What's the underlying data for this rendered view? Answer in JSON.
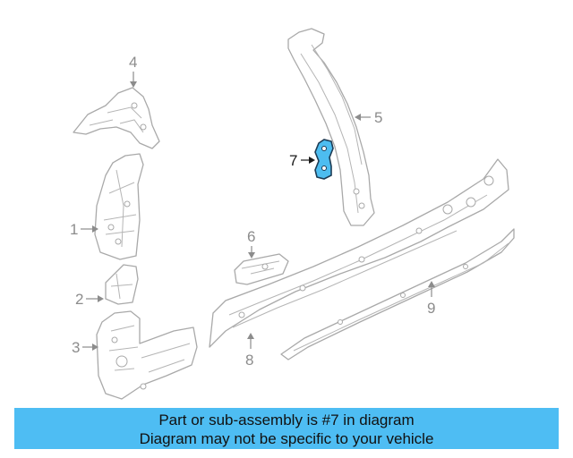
{
  "callouts": {
    "c1": "1",
    "c2": "2",
    "c3": "3",
    "c4": "4",
    "c5": "5",
    "c6": "6",
    "c7": "7",
    "c8": "8",
    "c9": "9"
  },
  "highlight": {
    "part_number": "7",
    "color": "#4dbdf0"
  },
  "banner": {
    "line1": "Part or sub-assembly is #7 in diagram",
    "line2": "Diagram may not be specific to your vehicle",
    "background": "#4ebdf3"
  }
}
